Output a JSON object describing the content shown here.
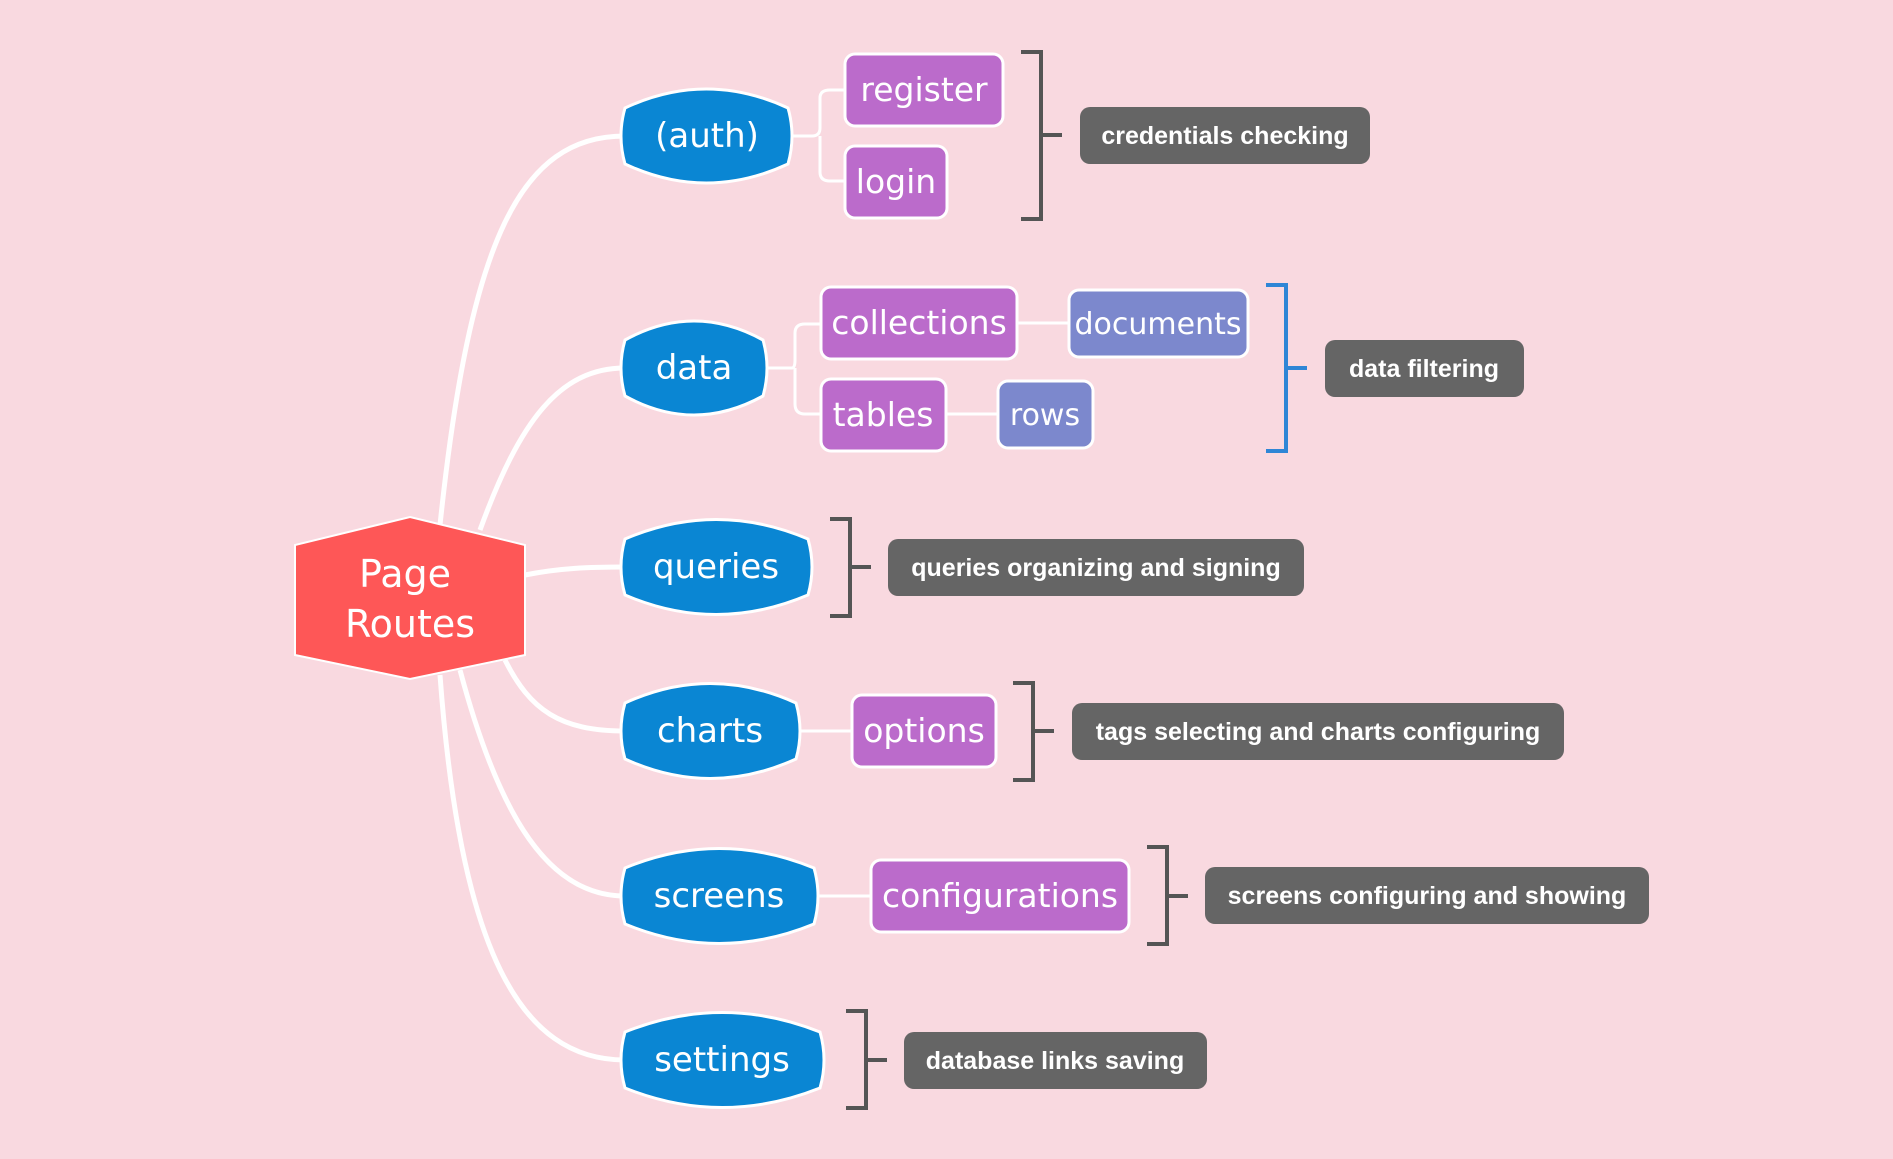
{
  "colors": {
    "background": "#f9d9e0",
    "root": "#fe5757",
    "route": "#0a86d3",
    "subroute": "#bb6bcb",
    "leaf": "#7c88cd",
    "note": "#656565",
    "bracket_gray": "#555555",
    "bracket_blue": "#2f86d6",
    "connector": "#ffffff"
  },
  "root": {
    "line1": "Page",
    "line2": "Routes"
  },
  "routes": {
    "auth": {
      "label": "(auth)",
      "children": [
        "register",
        "login"
      ],
      "note": "credentials checking"
    },
    "data": {
      "label": "data",
      "children": [
        "collections",
        "tables"
      ],
      "grandchildren": [
        "documents",
        "rows"
      ],
      "note": "data filtering"
    },
    "queries": {
      "label": "queries",
      "note": "queries organizing and signing"
    },
    "charts": {
      "label": "charts",
      "children": [
        "options"
      ],
      "note": "tags selecting and charts configuring"
    },
    "screens": {
      "label": "screens",
      "children": [
        "configurations"
      ],
      "note": "screens configuring and showing"
    },
    "settings": {
      "label": "settings",
      "note": "database links saving"
    }
  }
}
